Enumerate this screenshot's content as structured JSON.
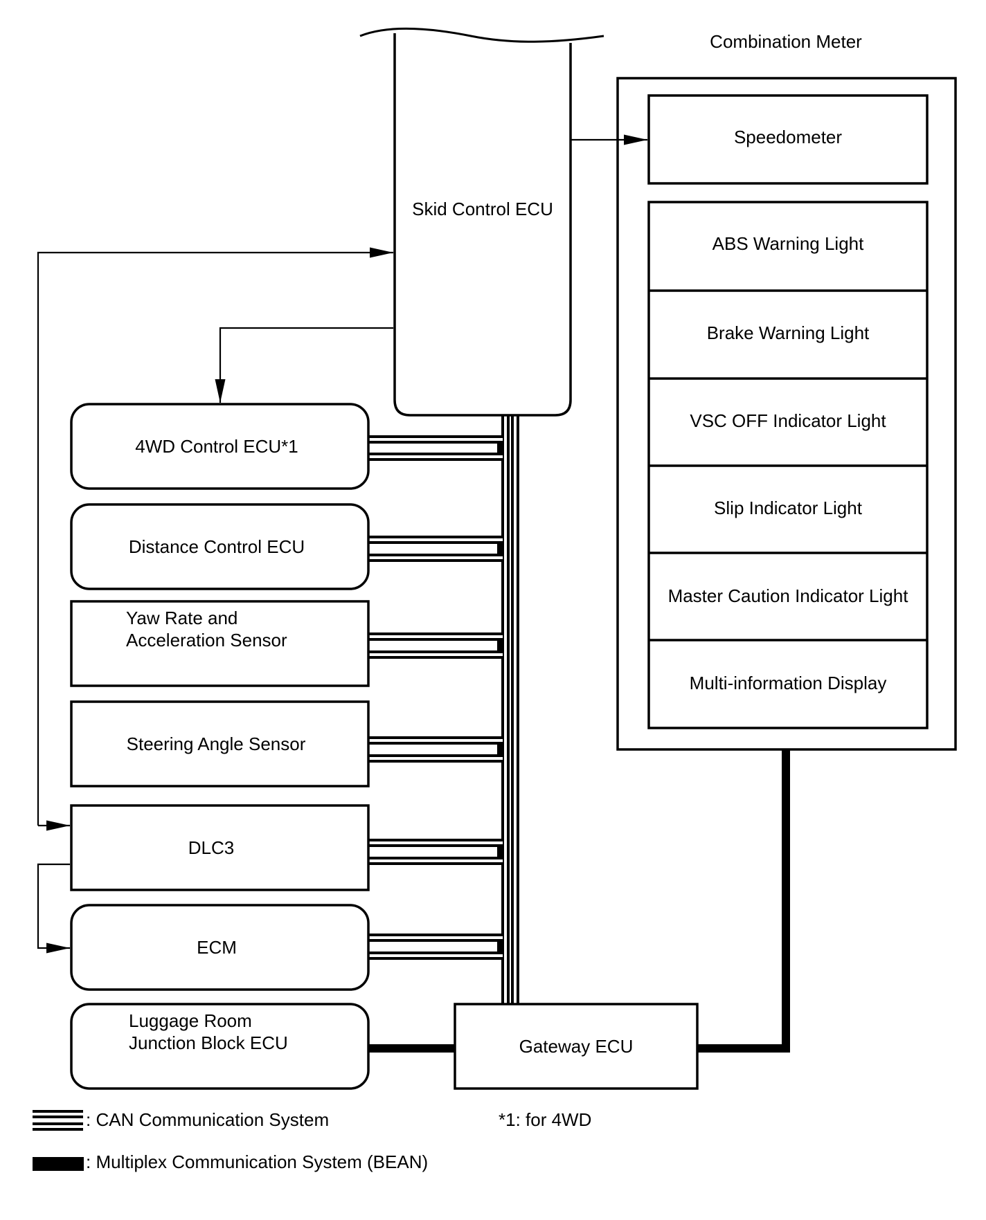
{
  "meter_group": {
    "title": "Combination Meter",
    "items": [
      "Speedometer",
      "ABS Warning Light",
      "Brake Warning Light",
      "VSC OFF Indicator Light",
      "Slip Indicator Light",
      "Master Caution Indicator Light",
      "Multi-information Display"
    ]
  },
  "nodes": {
    "skid": "Skid Control ECU",
    "fwd": "4WD Control ECU*1",
    "distance": "Distance Control ECU",
    "yaw": "Yaw Rate and\nAcceleration Sensor",
    "steering": "Steering Angle Sensor",
    "dlc3": "DLC3",
    "ecm": "ECM",
    "luggage": "Luggage Room\nJunction Block ECU",
    "gateway": "Gateway ECU"
  },
  "legend": {
    "can": ": CAN Communication System",
    "bean": ": Multiplex Communication System (BEAN)",
    "footnote": "*1: for 4WD"
  }
}
